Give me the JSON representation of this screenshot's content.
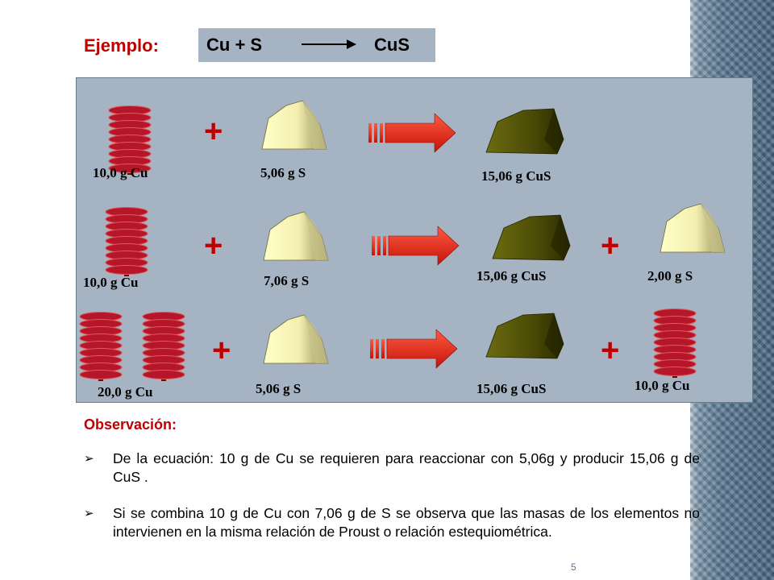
{
  "header": {
    "title": "Ejemplo:",
    "equation_left": "Cu + S",
    "equation_right": "CuS"
  },
  "diagram": {
    "row1": {
      "cu": "10,0 g Cu",
      "s": "5,06 g  S",
      "cus": "15,06 g  CuS"
    },
    "row2": {
      "cu": "10,0 g Cu",
      "s": "7,06 g   S",
      "cus": "15,06 g  CuS",
      "excess": "2,00 g  S"
    },
    "row3": {
      "cu": "20,0 g Cu",
      "s": "5,06 g  S",
      "cus": "15,06 g  CuS",
      "excess": "10,0 g  Cu"
    },
    "plus_symbol": "+"
  },
  "observations": {
    "title": "Observación:",
    "bullets": [
      "De la ecuación:  10 g de Cu  se requieren para reaccionar con 5,06g y producir 15,06 g de CuS .",
      "Si se combina 10 g de Cu con 7,06 g de S se observa que las masas de los elementos no intervienen en la misma relación de Proust o relación estequiométrica."
    ]
  },
  "page_number": "5",
  "colors": {
    "accent_red": "#c00000",
    "panel_bg": "#a6b3c3",
    "copper": "#b5162a",
    "sulfur": "#f2eca8",
    "cus": "#4a4a06",
    "arrow": "#e8281c"
  }
}
